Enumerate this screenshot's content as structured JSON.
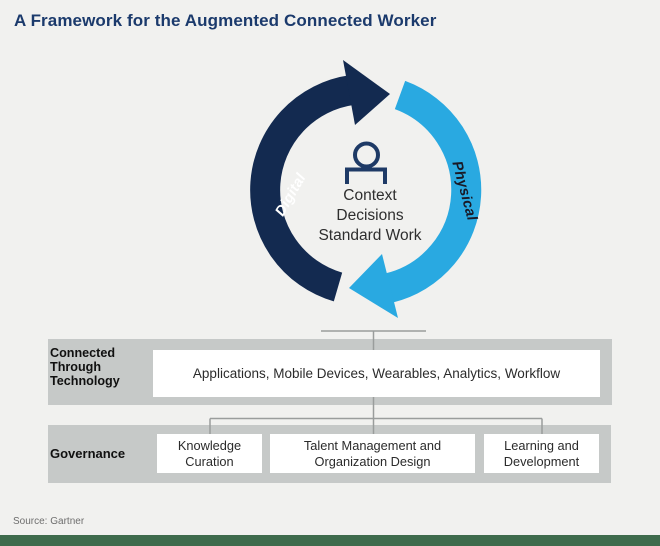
{
  "title": "A Framework for the Augmented Connected Worker",
  "cycle": {
    "left_label": "Digital",
    "right_label": "Physical",
    "center_lines": "Context\nDecisions\nStandard Work",
    "icon": "person-icon"
  },
  "rows": {
    "technology": {
      "label": "Connected\nThrough\nTechnology",
      "box": "Applications, Mobile Devices, Wearables, Analytics, Workflow"
    },
    "governance": {
      "label": "Governance",
      "boxes": [
        "Knowledge\nCuration",
        "Talent Management and\nOrganization Design",
        "Learning and\nDevelopment"
      ]
    }
  },
  "source": "Source: Gartner",
  "colors": {
    "background": "#f1f1ef",
    "title_navy": "#1b3a6c",
    "digital_navy": "#132a50",
    "physical_blue": "#29a9e1",
    "icon_navy": "#1e3a66",
    "band_gray": "#c6c9c8",
    "connector_gray": "#9a9d9c",
    "footer_green": "#3e6b4c"
  }
}
